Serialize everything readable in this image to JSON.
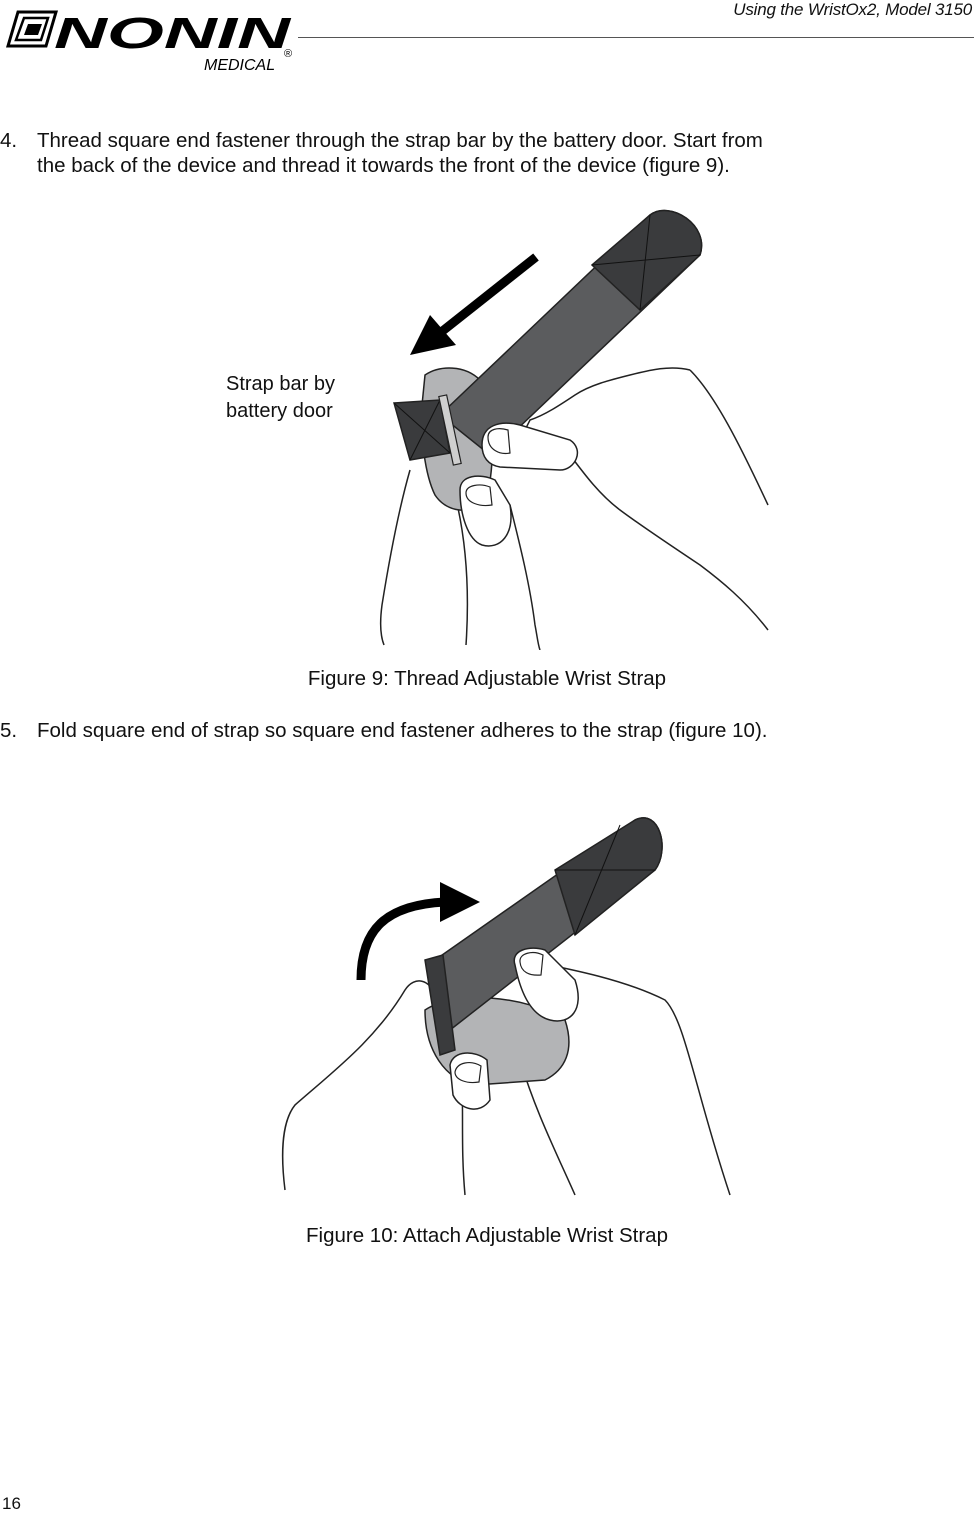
{
  "header": {
    "brand": "NONIN",
    "brand_sub": "MEDICAL",
    "running_title": "Using the WristOx2, Model 3150"
  },
  "steps": [
    {
      "number": "4.",
      "lines": [
        "Thread square end fastener through the strap bar by the battery door. Start from",
        "the back of the device and thread it towards the front of the device (figure 9)."
      ]
    },
    {
      "number": "5.",
      "lines": [
        "Fold square end of strap so square end fastener adheres to the strap (figure 10)."
      ]
    }
  ],
  "figures": [
    {
      "caption": "Figure 9: Thread Adjustable Wrist Strap",
      "callout_lines": [
        "Strap bar by",
        "battery door"
      ]
    },
    {
      "caption": "Figure 10: Attach Adjustable Wrist Strap"
    }
  ],
  "footer": {
    "page_number": "16"
  },
  "colors": {
    "strap": "#5b5c5e",
    "strap_end": "#3a3b3d",
    "device": "#9c9d9f",
    "arrow": "#000000"
  }
}
